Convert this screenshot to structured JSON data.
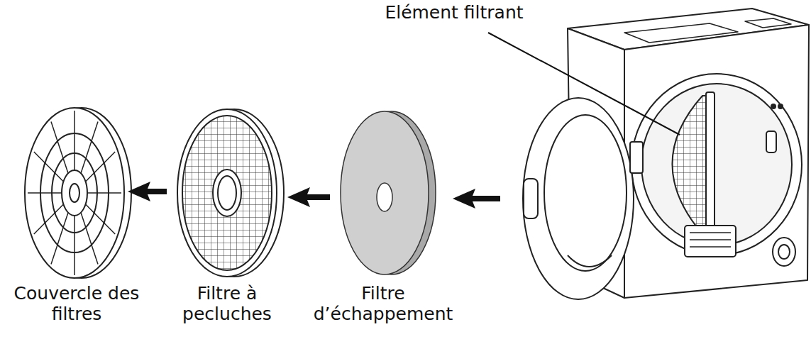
{
  "diagram": {
    "labels": [
      "Elément filtrant",
      "Couvercle des filtres",
      "Filtre à pecluches",
      "Filtre d’échappement"
    ]
  }
}
